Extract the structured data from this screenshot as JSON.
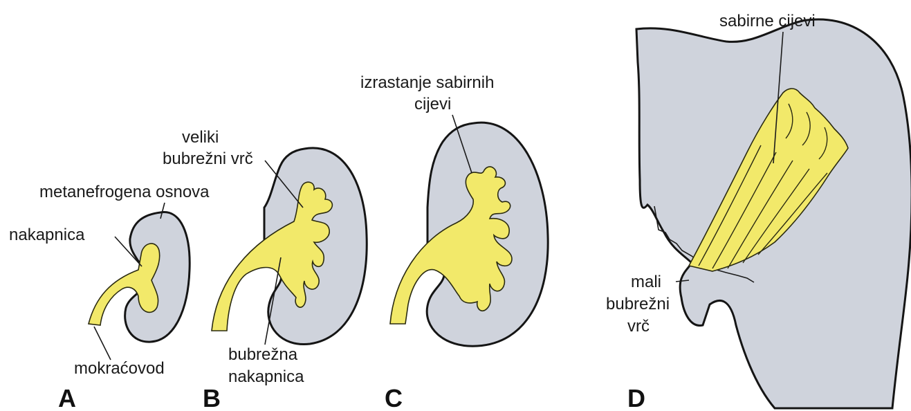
{
  "colors": {
    "tissue": "#cfd3dc",
    "outline": "#151515",
    "ureteric_bud": "#f2e96a"
  },
  "panels": {
    "A": {
      "letter": "A",
      "labels": {
        "metanephric": "metanefrogena osnova",
        "bud": "nakapnica",
        "ureter": "mokraćovod"
      }
    },
    "B": {
      "letter": "B",
      "labels": {
        "major_calyx_1": "veliki",
        "major_calyx_2": "bubrežni vrč",
        "pelvis_1": "bubrežna",
        "pelvis_2": "nakapnica"
      }
    },
    "C": {
      "letter": "C",
      "labels": {
        "growth_1": "izrastanje sabirnih",
        "growth_2": "cijevi"
      }
    },
    "D": {
      "letter": "D",
      "labels": {
        "collecting_ducts": "sabirne cijevi",
        "minor_calyx_1": "mali",
        "minor_calyx_2": "bubrežni",
        "minor_calyx_3": "vrč"
      }
    }
  }
}
